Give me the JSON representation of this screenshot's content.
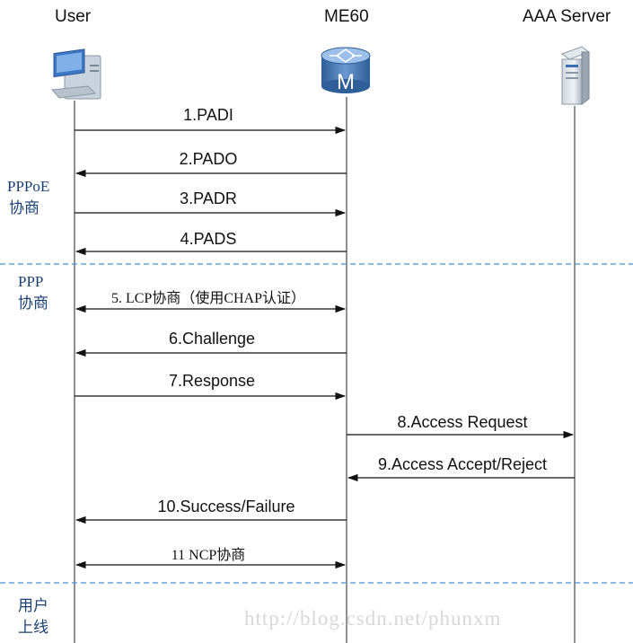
{
  "participants": {
    "user": "User",
    "device": "ME60",
    "server": "AAA Server"
  },
  "phases": {
    "pppoe_line1": "PPPoE",
    "pppoe_line2": "协商",
    "ppp_line1": "PPP",
    "ppp_line2": "协商",
    "online_line1": "用户",
    "online_line2": "上线"
  },
  "messages": [
    {
      "label": "1.PADI",
      "from": "user",
      "to": "device"
    },
    {
      "label": "2.PADO",
      "from": "device",
      "to": "user"
    },
    {
      "label": "3.PADR",
      "from": "user",
      "to": "device"
    },
    {
      "label": "4.PADS",
      "from": "device",
      "to": "user"
    },
    {
      "label": "5. LCP协商（使用CHAP认证）",
      "from": "user",
      "to": "device",
      "bidirectional": true
    },
    {
      "label": "6.Challenge",
      "from": "device",
      "to": "user"
    },
    {
      "label": "7.Response",
      "from": "user",
      "to": "device"
    },
    {
      "label": "8.Access Request",
      "from": "device",
      "to": "server"
    },
    {
      "label": "9.Access Accept/Reject",
      "from": "server",
      "to": "device"
    },
    {
      "label": "10.Success/Failure",
      "from": "device",
      "to": "user"
    },
    {
      "label": "11  NCP协商",
      "from": "user",
      "to": "device",
      "bidirectional": true
    }
  ],
  "device_icon_letter": "M",
  "watermark": "http://blog.csdn.net/phunxm",
  "colors": {
    "lifeline": "#555555",
    "arrow": "#111111",
    "divider": "#4a90d9",
    "router": "#3f6fa8"
  }
}
